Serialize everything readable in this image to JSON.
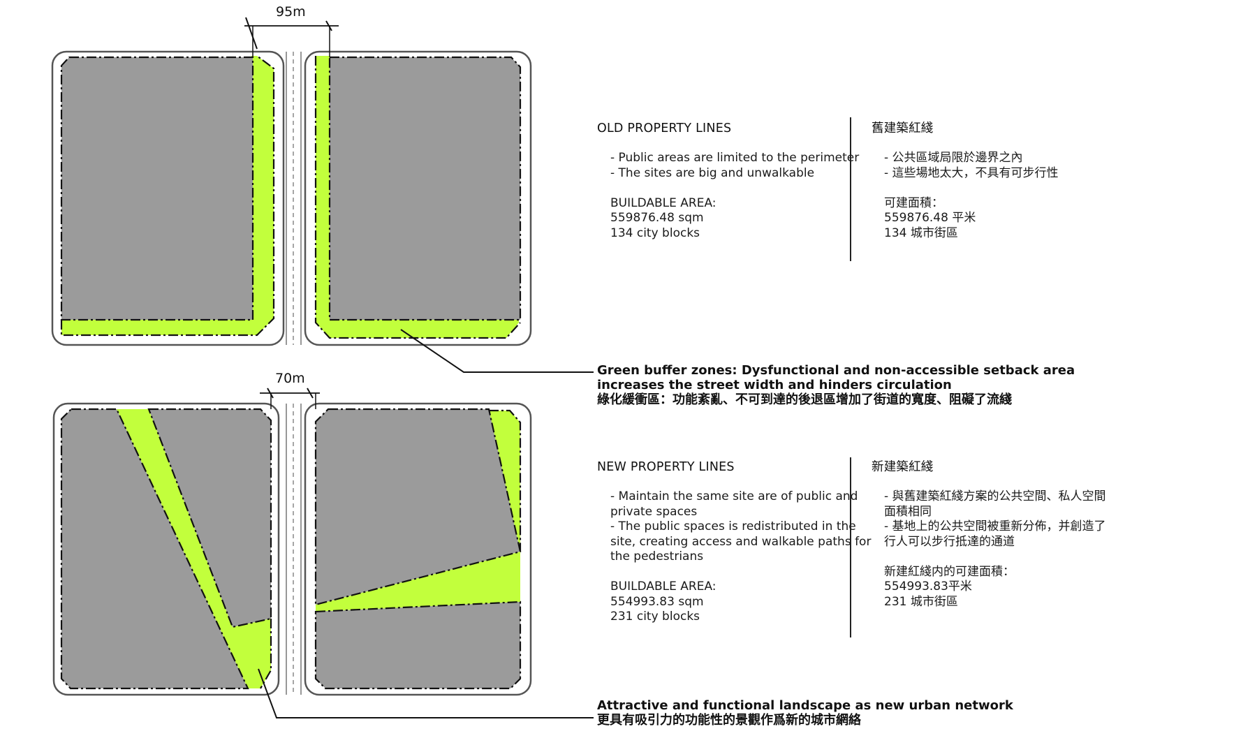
{
  "dimensions": {
    "top": "95m",
    "bottom": "70m"
  },
  "old": {
    "heading_en": "OLD PROPERTY LINES",
    "heading_zh": "舊建築紅綫",
    "bullets_en": [
      "- Public areas are limited to the perimeter",
      "- The sites are big and unwalkable"
    ],
    "bullets_zh": [
      "- 公共區域局限於邊界之內",
      "- 這些場地太大，不具有可步行性"
    ],
    "area_label_en": "BUILDABLE AREA:",
    "area_value_en": "559876.48 sqm",
    "blocks_en": "134 city blocks",
    "area_label_zh": "可建面積：",
    "area_value_zh": "559876.48 平米",
    "blocks_zh": "134 城市街區"
  },
  "callout_green": {
    "line1": "Green buffer zones: Dysfunctional and non-accessible setback area",
    "line2": "increases the street width and hinders circulation",
    "line3": "綠化緩衝區：功能紊亂、不可到達的後退區增加了街道的寬度、阻礙了流綫"
  },
  "new": {
    "heading_en": "NEW PROPERTY LINES",
    "heading_zh": "新建築紅綫",
    "bullets_en": [
      "- Maintain the same site are of public and",
      "private spaces",
      "- The public spaces is redistributed in the",
      "site, creating access and walkable paths for",
      "the pedestrians"
    ],
    "bullets_zh": [
      "- 與舊建築紅綫方案的公共空間、私人空間",
      "面積相同",
      "- 基地上的公共空間被重新分佈，并創造了",
      "行人可以步行抵達的通道"
    ],
    "area_label_en": "BUILDABLE AREA:",
    "area_value_en": "554993.83 sqm",
    "blocks_en": "231 city blocks",
    "area_label_zh": "新建紅綫内的可建面積：",
    "area_value_zh": "554993.83平米",
    "blocks_zh": "231 城市街區"
  },
  "callout_landscape": {
    "line1": "Attractive and functional landscape as new urban network",
    "line2": "更具有吸引力的功能性的景觀作爲新的城市網絡"
  },
  "colors": {
    "green": "#c2ff3c",
    "gray": "#9b9b9b",
    "outline": "#555555",
    "line": "#111111"
  }
}
